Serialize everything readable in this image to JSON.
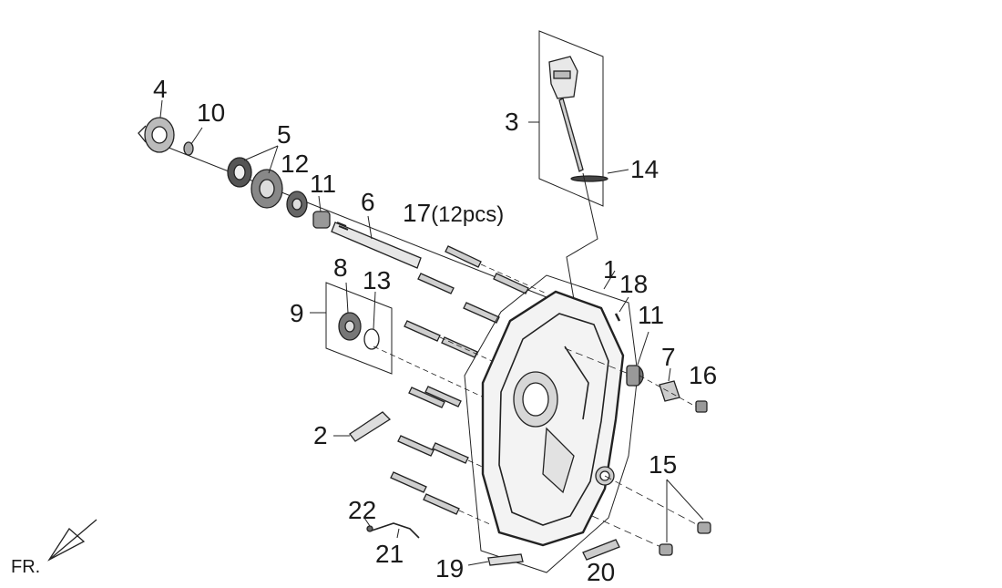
{
  "diagram": {
    "labels": {
      "p1": "1",
      "p2": "2",
      "p3": "3",
      "p4": "4",
      "p5": "5",
      "p6": "6",
      "p7": "7",
      "p8": "8",
      "p9": "9",
      "p10": "10",
      "p11a": "11",
      "p11b": "11",
      "p12": "12",
      "p13": "13",
      "p14": "14",
      "p15": "15",
      "p16": "16",
      "p17": "17",
      "p17_qty": "(12pcs)",
      "p18": "18",
      "p19": "19",
      "p20": "20",
      "p21": "21",
      "p22": "22"
    },
    "direction_label": "FR."
  }
}
